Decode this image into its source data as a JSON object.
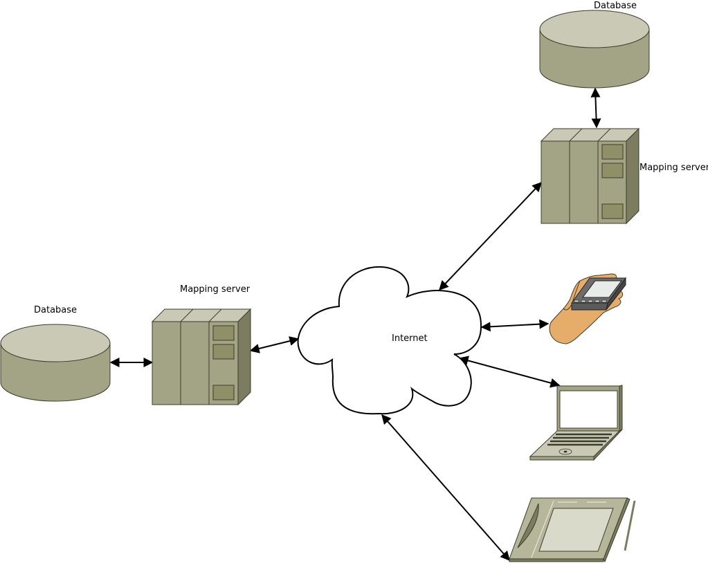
{
  "diagram": {
    "labels": {
      "internet": "Internet",
      "db_top": "Database",
      "server_right": "Mapping server",
      "server_left": "Mapping server",
      "db_left": "Database"
    },
    "nodes": [
      {
        "id": "db-top",
        "kind": "database",
        "label": "Database"
      },
      {
        "id": "server-right",
        "kind": "server",
        "label": "Mapping server"
      },
      {
        "id": "server-left",
        "kind": "server",
        "label": "Mapping server"
      },
      {
        "id": "db-left",
        "kind": "database",
        "label": "Database"
      },
      {
        "id": "internet",
        "kind": "cloud",
        "label": "Internet"
      },
      {
        "id": "pda",
        "kind": "handheld-device",
        "label": ""
      },
      {
        "id": "laptop",
        "kind": "laptop",
        "label": ""
      },
      {
        "id": "tablet",
        "kind": "graphics-tablet",
        "label": ""
      }
    ],
    "edges": [
      {
        "from": "db-top",
        "to": "server-right",
        "direction": "bidirectional"
      },
      {
        "from": "server-right",
        "to": "internet",
        "direction": "bidirectional"
      },
      {
        "from": "db-left",
        "to": "server-left",
        "direction": "bidirectional"
      },
      {
        "from": "server-left",
        "to": "internet",
        "direction": "bidirectional"
      },
      {
        "from": "internet",
        "to": "pda",
        "direction": "bidirectional"
      },
      {
        "from": "internet",
        "to": "laptop",
        "direction": "bidirectional"
      },
      {
        "from": "internet",
        "to": "tablet",
        "direction": "bidirectional"
      }
    ],
    "colors": {
      "equipment_body": "#a3a385",
      "equipment_top": "#c9c9b6",
      "equipment_side": "#7c7c60",
      "outline": "#3c3c2c",
      "hand": "#e6ad6a",
      "screen": "#ffffff",
      "arrow": "#000000"
    }
  }
}
